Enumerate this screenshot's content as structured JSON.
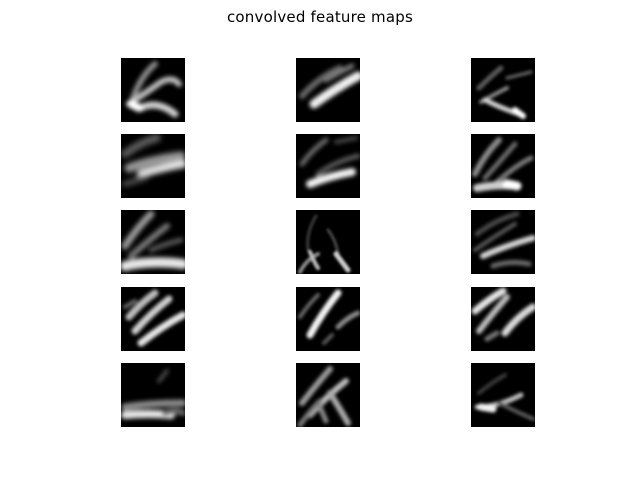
{
  "figure": {
    "title": "convolved feature maps"
  },
  "feature_maps": {
    "rows": 5,
    "columns": 3,
    "background": "#000000",
    "foreground": "#ffffff"
  }
}
